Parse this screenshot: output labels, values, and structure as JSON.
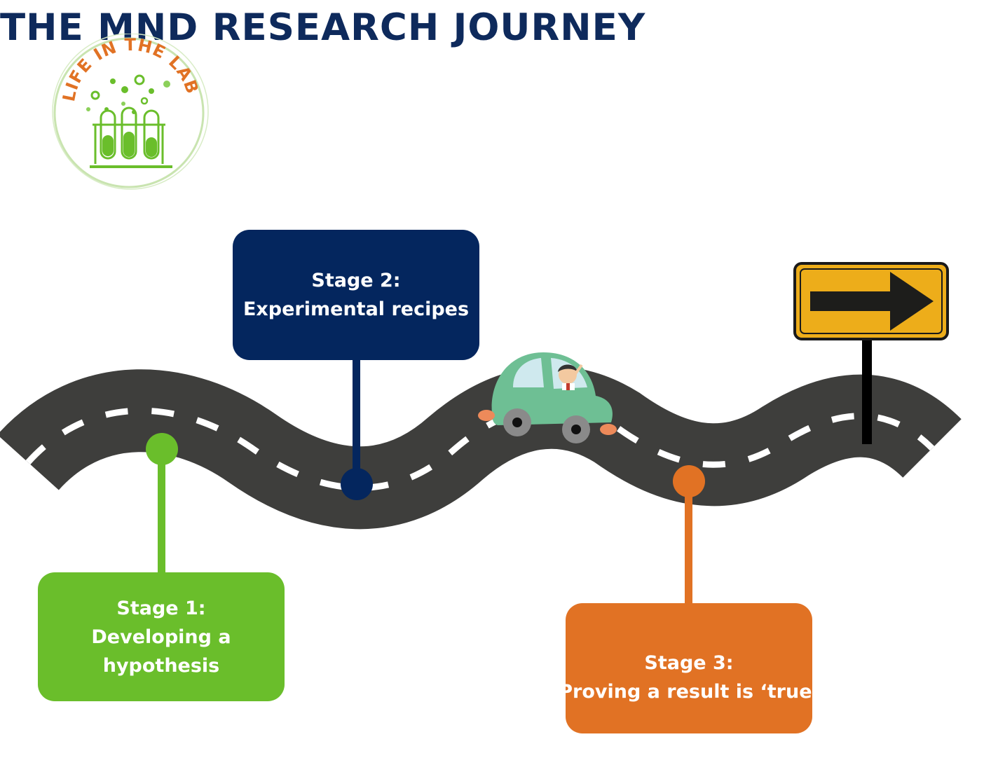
{
  "logo": {
    "text": "LIFE IN THE LAB",
    "ring_color": "#c9e4b0",
    "text_color": "#e17224",
    "accent": "#6abe2b"
  },
  "title": "THE MND RESEARCH JOURNEY",
  "colors": {
    "title": "#0e2a5c",
    "road": "#3e3e3c",
    "road_dashes": "#ffffff",
    "stage1": "#6abe2b",
    "stage2": "#04265e",
    "stage3": "#e17224",
    "sign": "#edad1a",
    "car": "#6ebf94"
  },
  "stages": [
    {
      "id": "stage1",
      "heading": "Stage 1:",
      "lines": [
        "Developing a",
        "hypothesis"
      ],
      "color": "#6abe2b"
    },
    {
      "id": "stage2",
      "heading": "Stage 2:",
      "lines": [
        "Experimental recipes"
      ],
      "color": "#04265e"
    },
    {
      "id": "stage3",
      "heading": "Stage 3:",
      "lines": [
        "Proving a result is ‘true’"
      ],
      "color": "#e17224"
    }
  ],
  "icons": [
    "lab-logo-icon",
    "road-icon",
    "car-icon",
    "scientist-icon",
    "arrow-sign-icon"
  ]
}
